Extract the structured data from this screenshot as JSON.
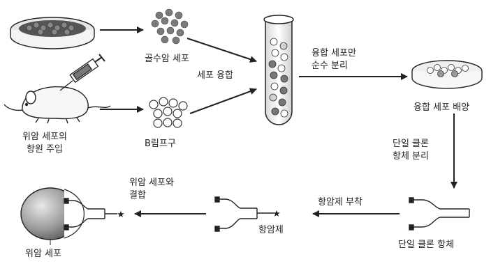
{
  "labels": {
    "myeloma": "골수암 세포",
    "fusion": "세포 융합",
    "hybrid_isolate_l1": "융합 세포만",
    "hybrid_isolate_l2": "순수 분리",
    "culture": "융합 세포 배양",
    "mono_isolate_l1": "단일 클론",
    "mono_isolate_l2": "항체 분리",
    "mono_antibody": "단일 클론 항체",
    "attach_drug": "항암제 부착",
    "drug": "항암제",
    "bind_l1": "위암 세포와",
    "bind_l2": "결합",
    "inject_l1": "위암 세포의",
    "inject_l2": "항원 주입",
    "bcell": "B림프구",
    "cancer_cell": "위암 세포"
  },
  "colors": {
    "ink": "#222222",
    "cell_fill": "#7a7a7a",
    "dish_fill": "#eeeeee"
  }
}
